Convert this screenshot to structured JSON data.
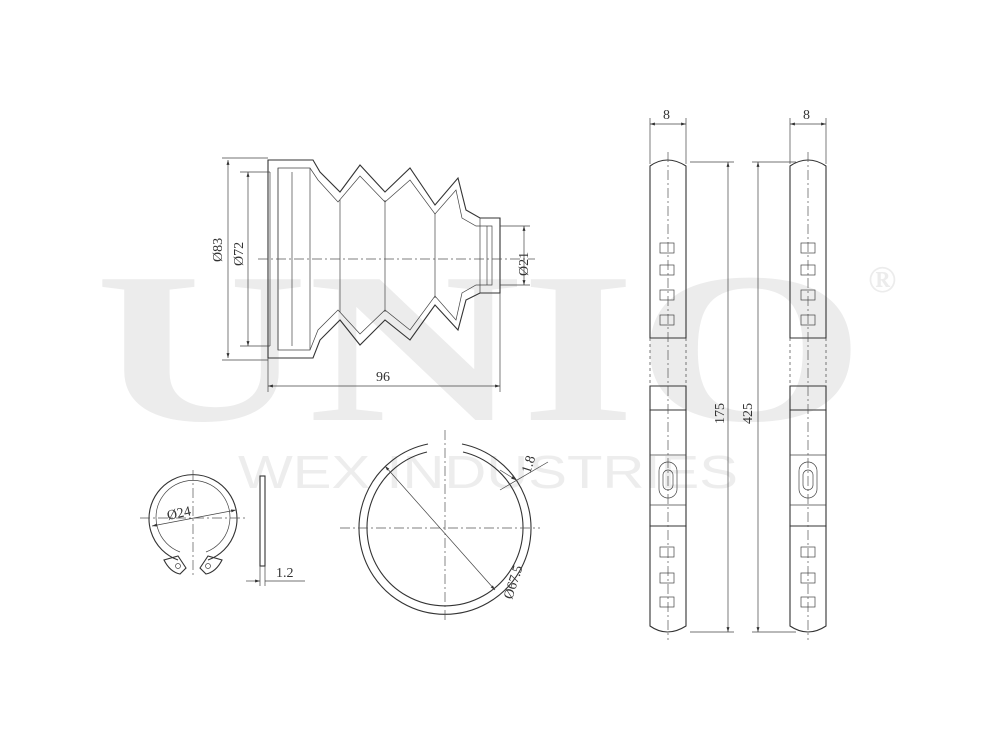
{
  "watermark": {
    "brand": "UNIO",
    "registered": "®",
    "subtitle": "WEX INDUSTRIES"
  },
  "dimensions": {
    "boot_outer_diameter": "Ø83",
    "boot_inner_diameter": "Ø72",
    "boot_small_diameter": "Ø21",
    "boot_length": "96",
    "circlip_diameter": "Ø24",
    "circlip_thickness": "1.2",
    "band_diameter": "Ø67.5",
    "band_thickness": "1.8",
    "clamp_width_a": "8",
    "clamp_length_a": "175",
    "clamp_width_b": "8",
    "clamp_length_b": "425"
  }
}
